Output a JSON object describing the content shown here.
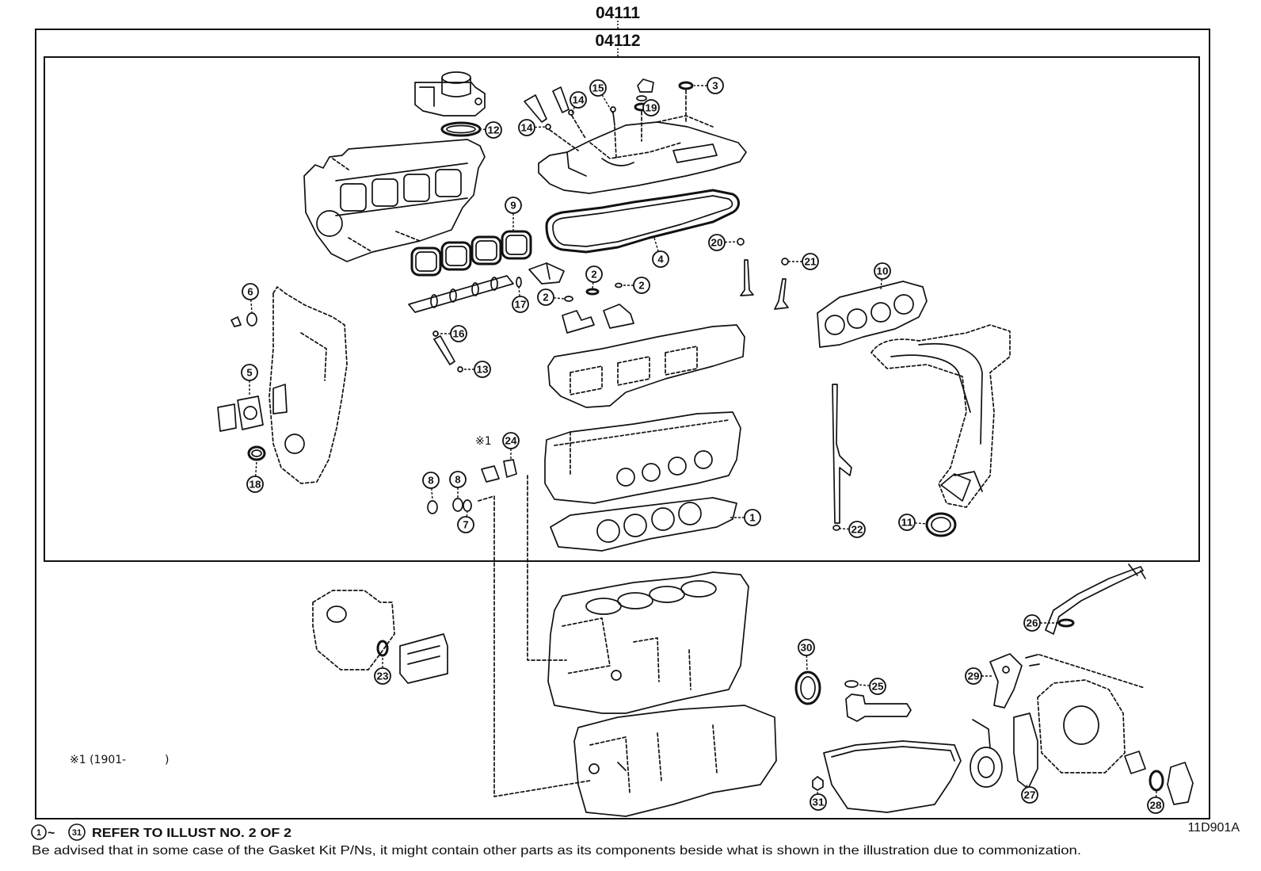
{
  "header": {
    "assembly_code": "04111",
    "subassembly_code": "04112"
  },
  "callouts": [
    "3",
    "15",
    "14",
    "14",
    "19",
    "12",
    "9",
    "4",
    "20",
    "21",
    "10",
    "2",
    "2",
    "2",
    "17",
    "6",
    "16",
    "13",
    "5",
    "24",
    "8",
    "8",
    "7",
    "18",
    "1",
    "22",
    "11",
    "26",
    "30",
    "23",
    "25",
    "29",
    "27",
    "31",
    "28"
  ],
  "note_marker": "※1",
  "footnote": {
    "text": "※1 (1901-",
    "close": ")"
  },
  "footer": {
    "range_start": "1",
    "range_separator": "~",
    "range_end": "31",
    "refer_text": "REFER TO ILLUST NO. 2 OF 2",
    "advisory": "Be advised that in some case of the Gasket Kit P/Ns,  it might contain other parts as its components beside what is shown in the illustration due to commonization.",
    "illustration_code": "11D901A"
  }
}
